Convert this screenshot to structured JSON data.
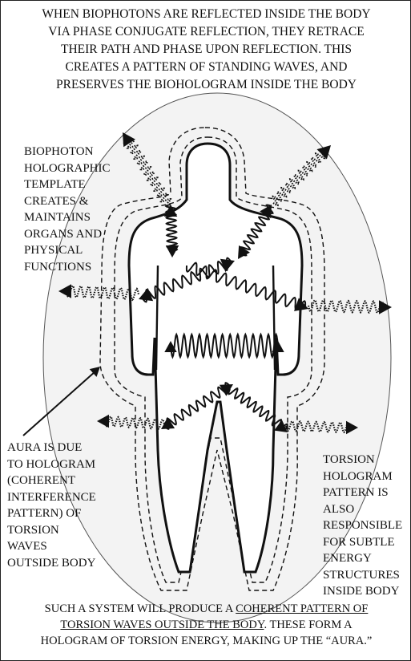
{
  "header": {
    "lines": [
      "WHEN BIOPHOTONS ARE REFLECTED INSIDE THE BODY",
      "VIA PHASE CONJUGATE REFLECTION, THEY RETRACE",
      "THEIR PATH AND PHASE UPON REFLECTION. THIS",
      "CREATES A PATTERN OF STANDING WAVES, AND",
      "PRESERVES THE BIOHOLOGRAM INSIDE THE BODY"
    ]
  },
  "left_label": {
    "lines": [
      "BIOPHOTON",
      "HOLOGRAPHIC",
      "TEMPLATE",
      "CREATES &",
      "MAINTAINS",
      "ORGANS AND",
      "PHYSICAL",
      "FUNCTIONS"
    ]
  },
  "aura_label": {
    "lines": [
      "AURA IS DUE",
      "TO HOLOGRAM",
      "(COHERENT",
      "INTERFERENCE",
      "PATTERN) OF",
      "TORSION",
      "WAVES",
      "OUTSIDE BODY"
    ]
  },
  "torsion_label": {
    "lines": [
      "TORSION",
      "HOLOGRAM",
      "PATTERN IS",
      "ALSO",
      "RESPONSIBLE",
      "FOR SUBTLE",
      "ENERGY",
      "STRUCTURES",
      "INSIDE BODY"
    ]
  },
  "footer": {
    "line1_pre": "SUCH A SYSTEM WILL PRODUCE A ",
    "line1_u": "COHERENT PATTERN OF",
    "line2_u": "TORSION WAVES OUTSIDE THE BODY",
    "line2_post": ". THESE FORM A",
    "line3": "HOLOGRAM OF TORSION ENERGY, MAKING UP THE “AURA.”"
  },
  "colors": {
    "ink": "#111111",
    "aura_fill": "#f4f4f4",
    "background": "#ffffff"
  }
}
